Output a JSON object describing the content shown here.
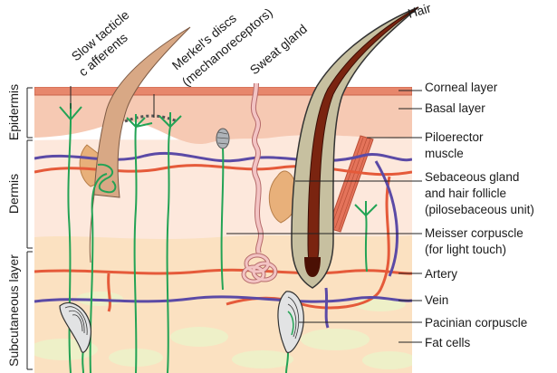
{
  "diagram": {
    "top_labels": {
      "slow_tactile_line1": "Slow tacticle",
      "slow_tactile_line2": "c afferents",
      "merkel_line1": "Merkel's discs",
      "merkel_line2": "(mechanoreceptors)",
      "sweat_gland": "Sweat gland",
      "hair": "Hair"
    },
    "layer_brackets": {
      "epidermis": "Epidermis",
      "dermis": "Dermis",
      "subcutaneous": "Subcutaneous layer"
    },
    "right_labels": {
      "corneal": "Corneal layer",
      "basal": "Basal layer",
      "piloerector_line1": "Piloerector",
      "piloerector_line2": "muscle",
      "sebaceous_line1": "Sebaceous gland",
      "sebaceous_line2": "and hair follicle",
      "sebaceous_line3": "(pilosebaceous unit)",
      "meissner_line1": "Meisser corpuscle",
      "meissner_line2": "(for light touch)",
      "artery": "Artery",
      "vein": "Vein",
      "pacinian": "Pacinian corpuscle",
      "fat_cells": "Fat cells"
    },
    "colors": {
      "corneal": "#e7876c",
      "epidermis": "#f6c9b3",
      "dermis": "#fde8dc",
      "subcutaneous": "#fbe1c1",
      "fat": "#eef0c8",
      "nerve": "#23a355",
      "artery": "#e55a3a",
      "vein": "#5b4aa6",
      "hair_dark": "#7a2410",
      "follicle": "#c7c0a0",
      "sebaceous": "#e8b07a",
      "muscle": "#e4735a",
      "sweat": "#f3c4c4"
    }
  }
}
